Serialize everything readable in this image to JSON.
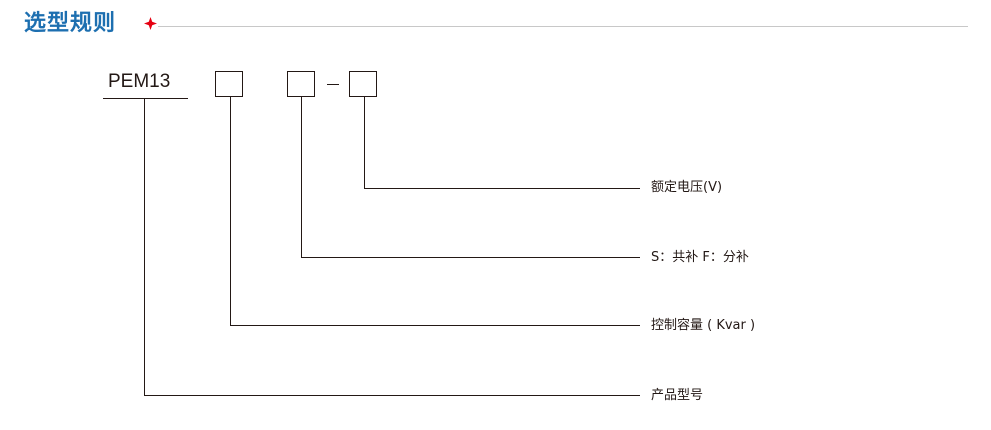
{
  "header": {
    "title": "选型规则",
    "accent_color": "#1d6fb0",
    "diamond_color": "#e60012",
    "icon": "diamond-icon"
  },
  "model": {
    "prefix": "PEM13",
    "separator": "—"
  },
  "labels": [
    {
      "id": "rated-voltage",
      "text": "额定电压(V)"
    },
    {
      "id": "compensation-type",
      "text": "S：共补  F：分补"
    },
    {
      "id": "control-capacity",
      "text": "控制容量 ( Kvar )"
    },
    {
      "id": "product-model",
      "text": "产品型号"
    }
  ]
}
